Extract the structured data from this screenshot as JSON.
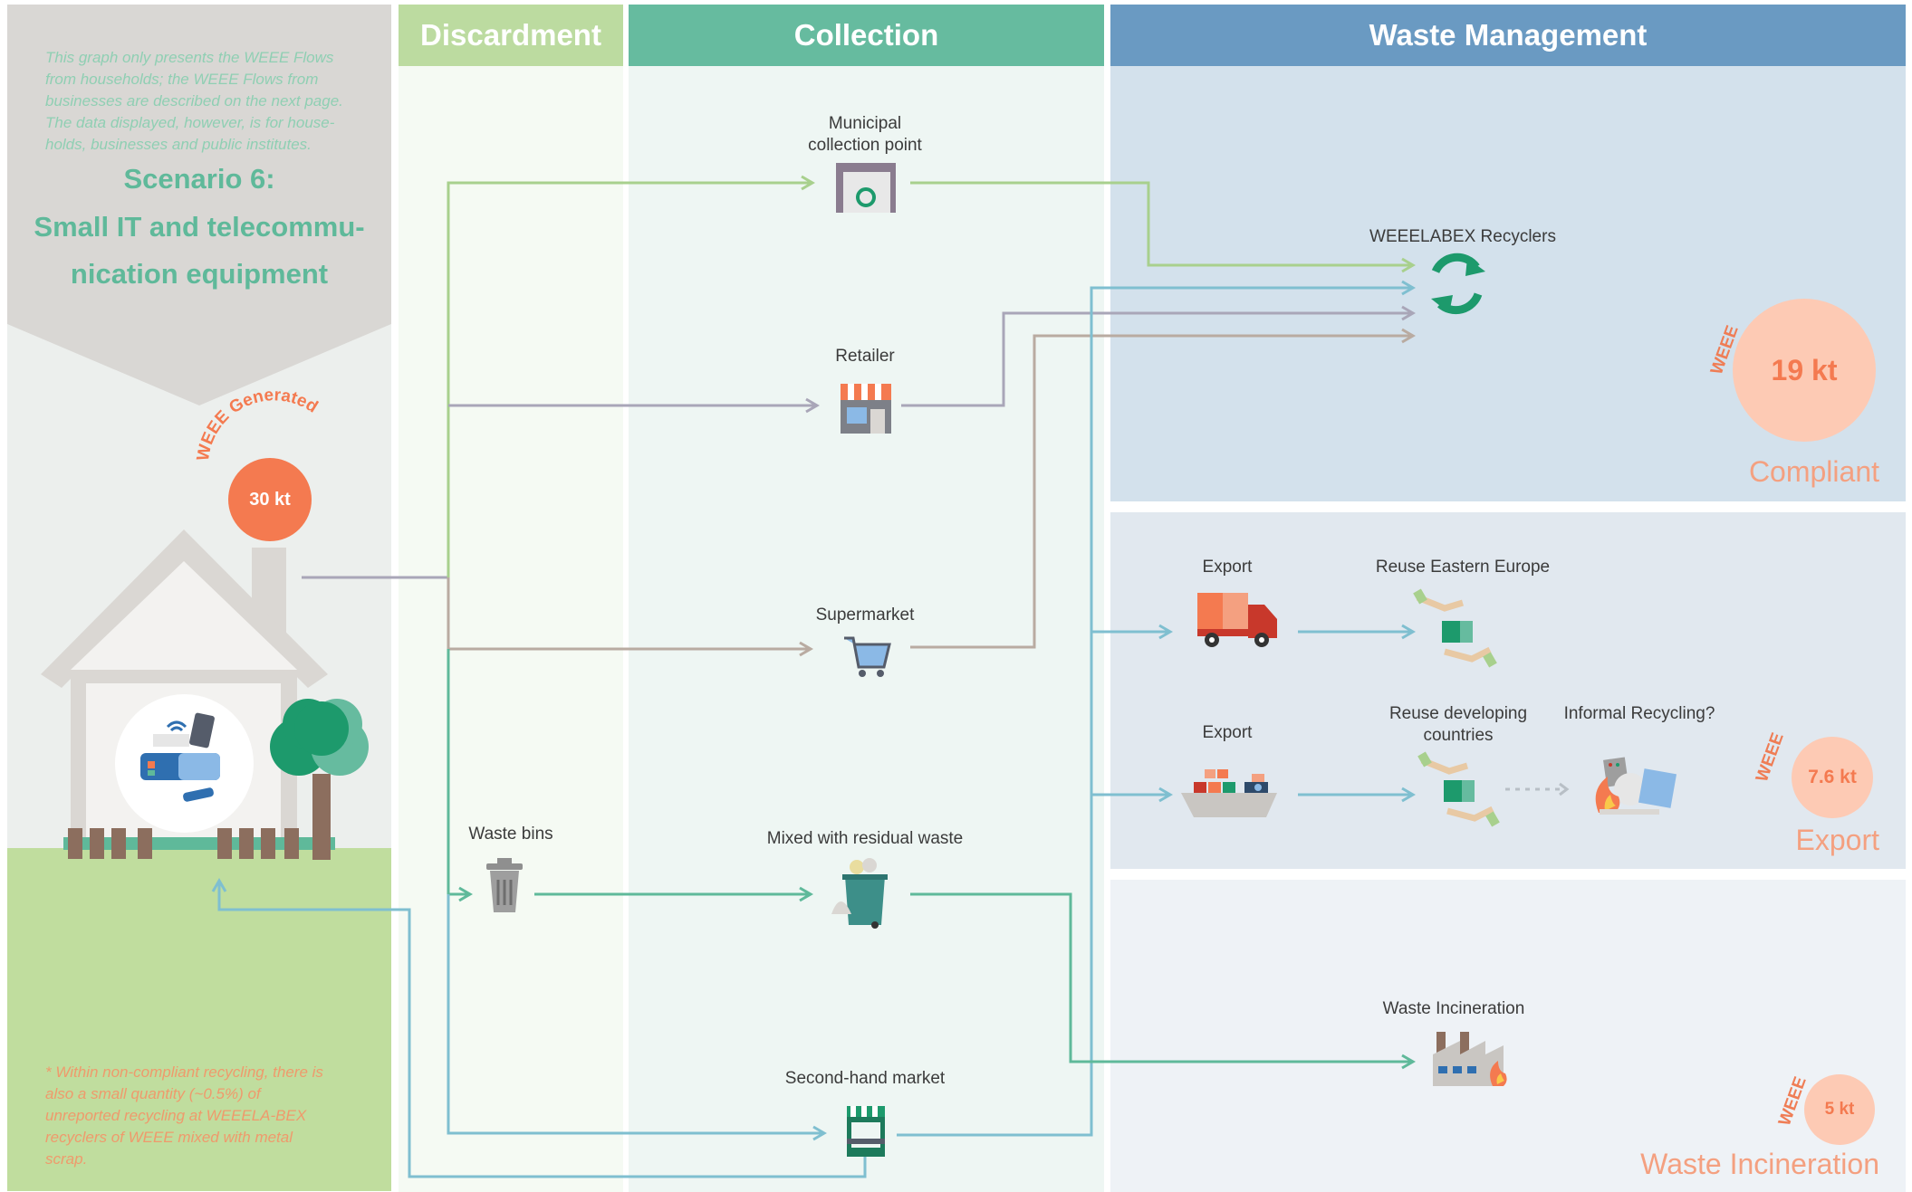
{
  "headers": {
    "discardment": "Discardment",
    "collection": "Collection",
    "waste_management": "Waste Management"
  },
  "intro_note": "This graph only presents the WEEE Flows from households; the WEEE Flows from businesses are described on the next page. The data displayed, however, is for house-holds, businesses and public institutes.",
  "scenario": {
    "title": "Scenario 6:",
    "subtitle_line1": "Small IT and telecommu-",
    "subtitle_line2": "nication equipment"
  },
  "generated": {
    "label": "WEEE Generated",
    "value": "30 kt"
  },
  "footnote": "* Within non-compliant recycling, there is also a small quantity (~0.5%) of unreported recycling at WEEELA-BEX recyclers of WEEE mixed with metal scrap.",
  "discardment_nodes": {
    "waste_bins": "Waste bins"
  },
  "collection_nodes": {
    "municipal_line1": "Municipal",
    "municipal_line2": "collection point",
    "retailer": "Retailer",
    "supermarket": "Supermarket",
    "mixed_residual": "Mixed with residual waste",
    "second_hand": "Second-hand market"
  },
  "management_nodes": {
    "recyclers": "WEEELABEX Recyclers",
    "export1": "Export",
    "reuse_eastern": "Reuse Eastern Europe",
    "export2": "Export",
    "reuse_dev_line1": "Reuse developing",
    "reuse_dev_line2": "countries",
    "informal": "Informal Recycling?",
    "incineration": "Waste Incineration"
  },
  "outcomes": {
    "weee_tag": "WEEE",
    "compliant": {
      "value": "19 kt",
      "label": "Compliant"
    },
    "export": {
      "value": "7.6 kt",
      "label": "Export"
    },
    "incineration": {
      "value": "5 kt",
      "label": "Waste Incineration"
    }
  },
  "colors": {
    "green_flow": "#a8d08d",
    "grey_flow": "#a9a6b8",
    "tan_flow": "#b9aba1",
    "blue_flow": "#7fbfd0",
    "teal_flow": "#5fb99a",
    "orange": "#f47a50",
    "peach": "#fdcab4",
    "header_green_light": "#bcdba0",
    "header_green": "#66bb9f",
    "header_blue": "#6a9ac2"
  }
}
